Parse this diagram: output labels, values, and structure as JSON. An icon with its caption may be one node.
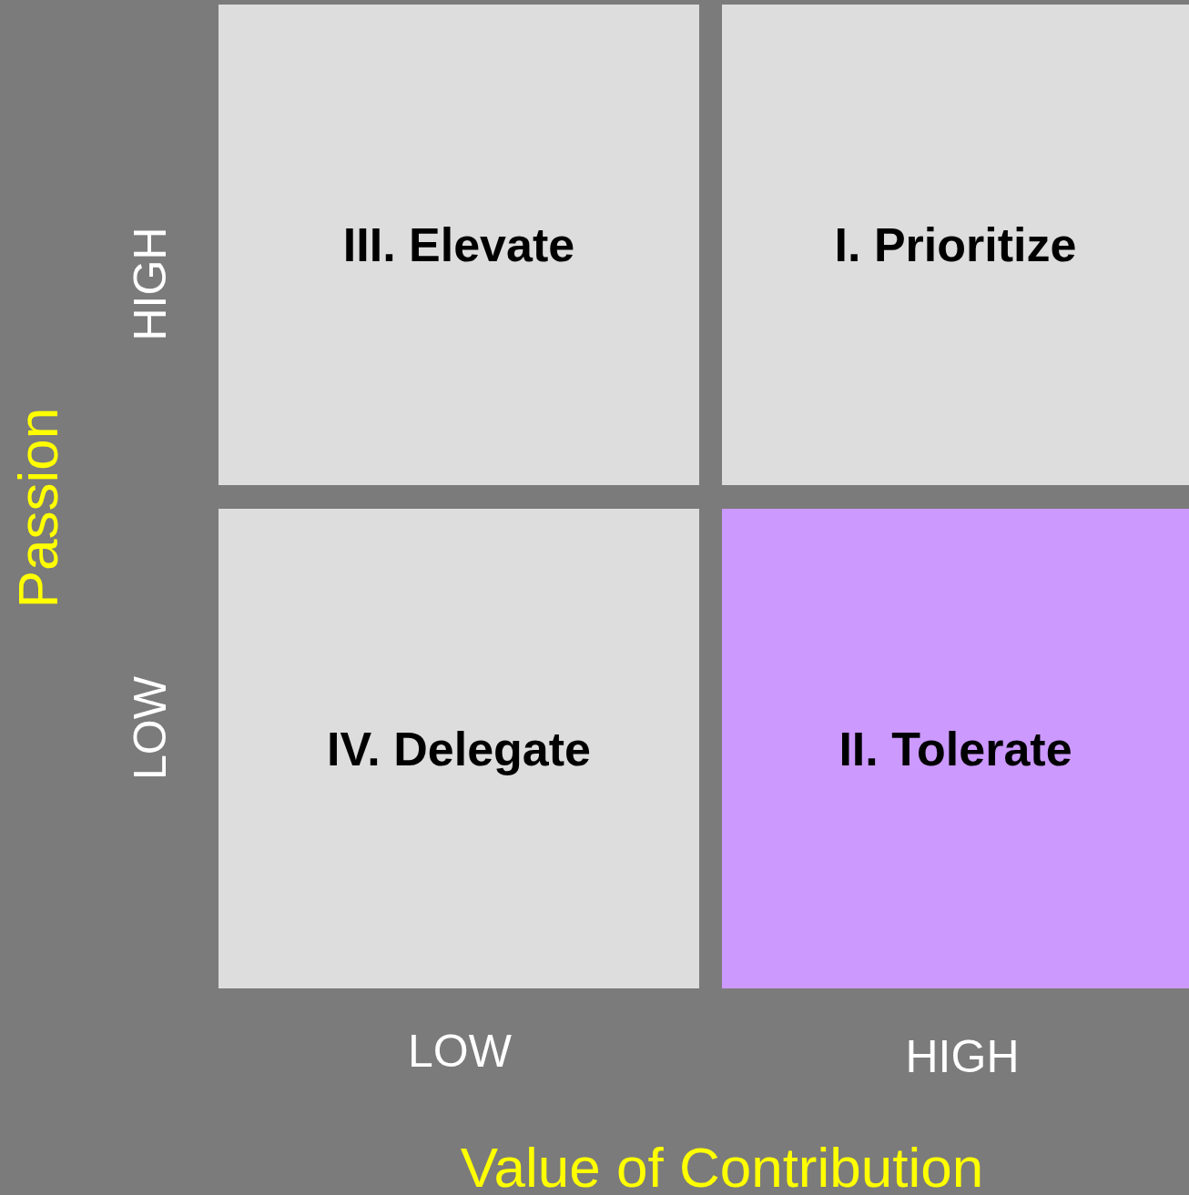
{
  "diagram": {
    "nodes": [
      {
        "text": [
          "III. Elevate"
        ]
      },
      {
        "text": [
          "I. Prioritize"
        ]
      },
      {
        "text": [
          "IV. Delegate"
        ]
      },
      {
        "text": [
          "II. Tolerate"
        ]
      }
    ],
    "labels": [
      "HIGH",
      "Passion",
      "LOW",
      "LOW",
      "HIGH",
      "Value of Contribution"
    ]
  }
}
